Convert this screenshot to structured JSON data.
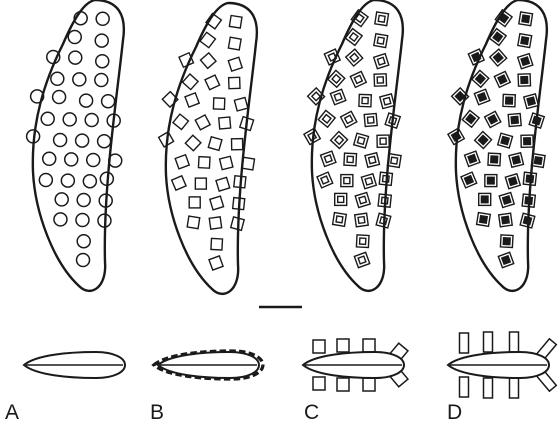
{
  "figure": {
    "background": "#ffffff",
    "stroke_color": "#1a1a1a",
    "panels": [
      {
        "id": "A",
        "label": "A",
        "marker": "circle-outline"
      },
      {
        "id": "B",
        "label": "B",
        "marker": "square-outline"
      },
      {
        "id": "C",
        "label": "C",
        "marker": "double-square"
      },
      {
        "id": "D",
        "label": "D",
        "marker": "filled-square-with-border"
      }
    ],
    "scale_bar": {
      "present": true
    }
  }
}
